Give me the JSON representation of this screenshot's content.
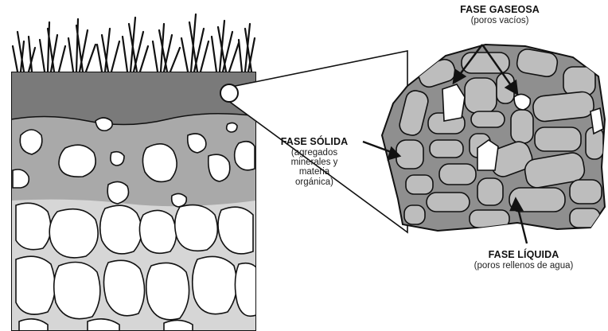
{
  "labels": {
    "gas_title": "FASE GASEOSA",
    "gas_sub": "(poros vacíos)",
    "solid_title": "FASE SÓLIDA",
    "solid_sub_1": "(agregados",
    "solid_sub_2": "minerales y",
    "solid_sub_3": "materia",
    "solid_sub_4": "orgánica)",
    "liquid_title": "FASE LÍQUIDA",
    "liquid_sub": "(poros rellenos de agua)"
  },
  "colors": {
    "topsoil": "#7a7a7a",
    "subsoil": "#a9a9a9",
    "lower_layer": "#d6d6d6",
    "rock": "#ffffff",
    "aggregate": "#bdbdbd",
    "water_matrix": "#8f8f8f",
    "outline": "#111111",
    "grass": "#111111"
  },
  "icons": [
    "grass-icon",
    "magnifier-circle-icon",
    "arrow-icon"
  ]
}
